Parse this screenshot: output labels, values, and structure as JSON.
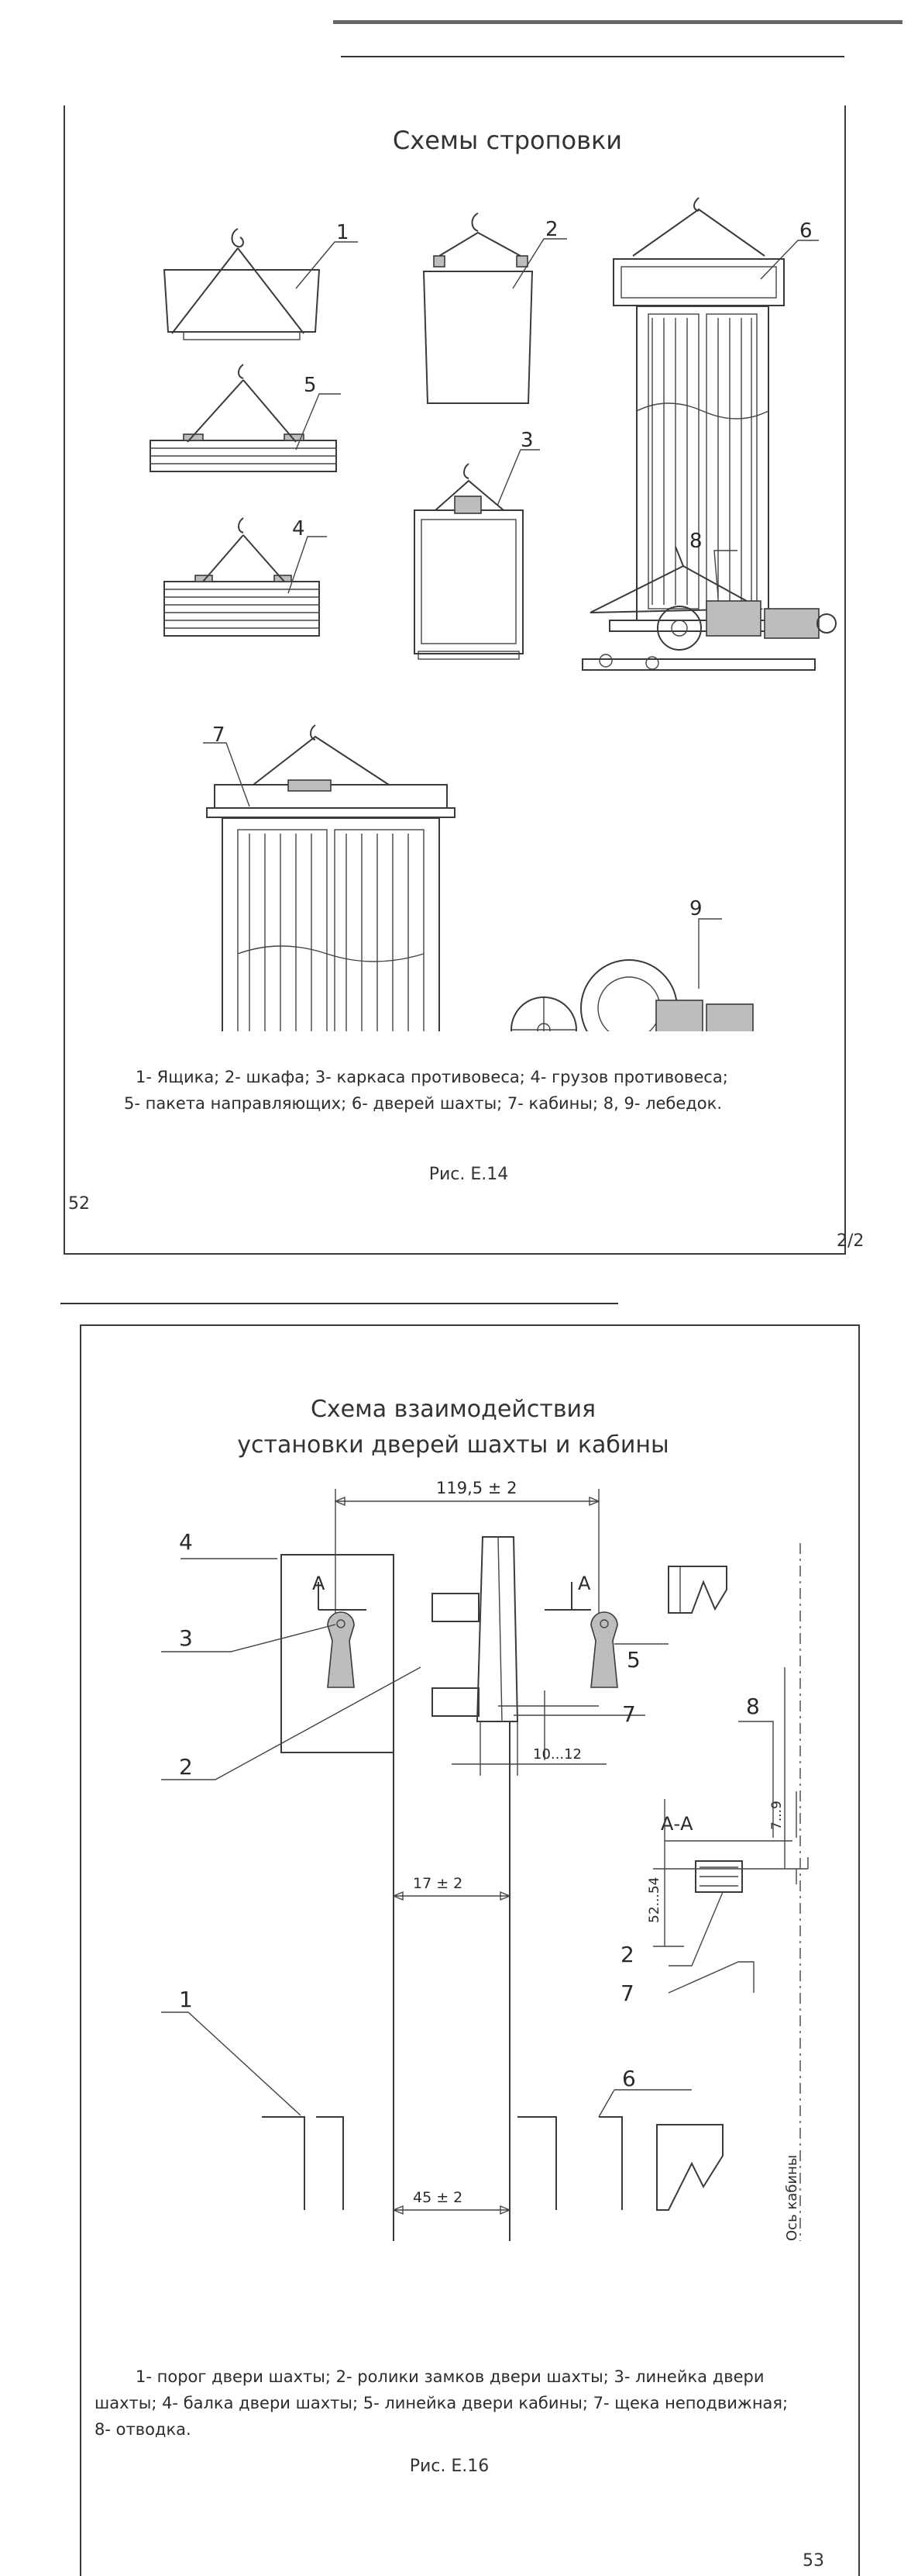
{
  "page1": {
    "title": "Схемы строповки",
    "labels": [
      "1",
      "2",
      "6",
      "5",
      "3",
      "4",
      "8",
      "7",
      "9"
    ],
    "caption_line1": "1- Ящика; 2- шкафа; 3- каркаса противовеса; 4- грузов противовеса;",
    "caption_line2": "5- пакета направляющих; 6- дверей шахты; 7- кабины; 8, 9- лебедок.",
    "figure": "Рис. Е.14",
    "page_number": "52",
    "sheet": "2/2"
  },
  "page2": {
    "title_line1": "Схема взаимодействия",
    "title_line2": "установки дверей шахты и кабины",
    "dims": {
      "d1": "119,5 ± 2",
      "d2": "10...12",
      "d3": "17 ± 2",
      "d4": "45 ± 2",
      "d5": "52...54",
      "d6": "7...9"
    },
    "section_mark": "А",
    "section_title": "А-А",
    "axis_label": "Ось кабины",
    "labels": [
      "4",
      "3",
      "5",
      "8",
      "7",
      "2",
      "2",
      "7",
      "1",
      "6"
    ],
    "caption_line1": "1- порог двери шахты; 2- ролики замков двери шахты; 3- линейка двери",
    "caption_line2": "шахты; 4- балка двери шахты; 5- линейка двери кабины; 7- щека неподвижная;",
    "caption_line3": "8- отводка.",
    "figure": "Рис. Е.16",
    "page_number": "53"
  }
}
